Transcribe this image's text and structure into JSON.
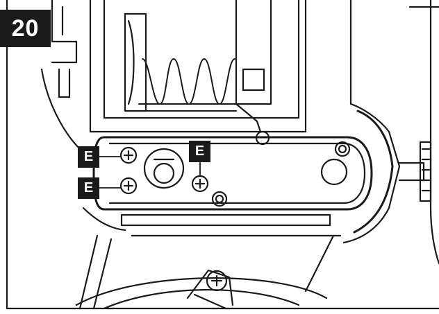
{
  "step_number": "20",
  "callouts": [
    {
      "label": "E"
    },
    {
      "label": "E"
    },
    {
      "label": "E"
    }
  ],
  "colors": {
    "ink": "#1a1a1a",
    "paper": "#ffffff"
  }
}
